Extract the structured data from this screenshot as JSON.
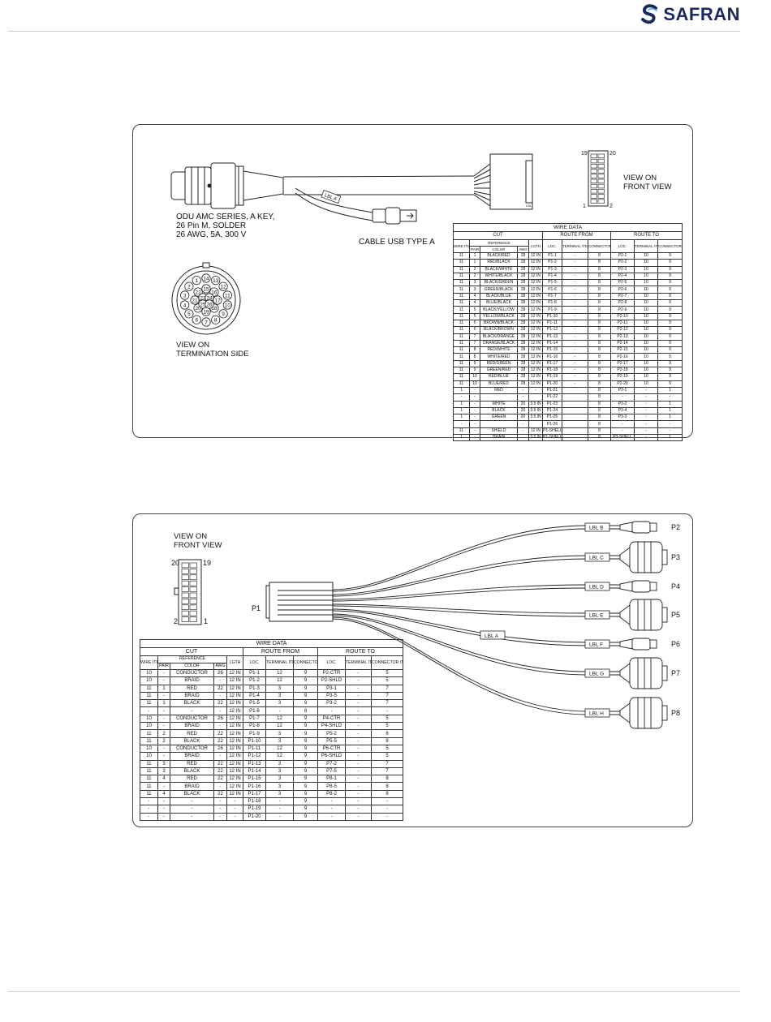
{
  "header": {
    "brand": "SAFRAN",
    "brand_color": "#1b2a5e",
    "logo_icon": "safran-s-logo-icon"
  },
  "panel1": {
    "connector_title": "ODU AMC SERIES, A KEY,",
    "connector_line2": "26 Pin M, SOLDER",
    "connector_line3": "26 AWG, 5A, 300 V",
    "cable_label": "CABLE USB TYPE A",
    "cable_tag": "LBL A",
    "term_view_1": "VIEW ON",
    "term_view_2": "TERMINATION SIDE",
    "front_view_1": "VIEW ON",
    "front_view_2": "FRONT VIEW",
    "pin_19": "19",
    "pin_20": "20",
    "pin_1": "1",
    "pin_2": "2",
    "pins": [
      "1",
      "2",
      "3",
      "4",
      "5",
      "6",
      "7",
      "8",
      "9",
      "10",
      "11",
      "12",
      "13",
      "14",
      "15",
      "16",
      "17",
      "18",
      "19",
      "20",
      "21",
      "22",
      "23",
      "24",
      "25",
      "26"
    ],
    "table": {
      "title": "WIRE DATA",
      "group_cut": "CUT",
      "group_from": "ROUTE FROM",
      "group_to": "ROUTE TO",
      "reference": "REFERENCE",
      "col_wire": "WIRE ITEM No.",
      "col_pair": "PAIR",
      "col_color": "COLOR",
      "col_awg": "AWG",
      "col_lgth": "LGTH",
      "col_loc_from": "LOC.",
      "col_term_from": "TERMINAL ITEM No.",
      "col_conn_from": "CONNECTOR ITEM No.",
      "col_loc_to": "LOC.",
      "col_term_to": "TERMINAL ITEM No.",
      "col_conn_to": "CONNECTOR ITEM No.",
      "rows": [
        [
          "11",
          "1",
          "BLACK/RED",
          "28",
          "12 IN",
          "P1-1",
          "-",
          "8",
          "P2-1",
          "10",
          "9"
        ],
        [
          "11",
          "1",
          "RED/BLACK",
          "28",
          "12 IN",
          "P1-2",
          "-",
          "8",
          "P2-2",
          "10",
          "9"
        ],
        [
          "11",
          "2",
          "BLACK/WHITE",
          "28",
          "12 IN",
          "P1-3",
          "-",
          "8",
          "P2-3",
          "10",
          "9"
        ],
        [
          "11",
          "2",
          "WHITE/BLACK",
          "28",
          "12 IN",
          "P1-4",
          "-",
          "8",
          "P2-4",
          "10",
          "9"
        ],
        [
          "11",
          "3",
          "BLACK/GREEN",
          "28",
          "12 IN",
          "P1-5",
          "-",
          "8",
          "P2-5",
          "10",
          "9"
        ],
        [
          "11",
          "3",
          "GREEN/BLACK",
          "28",
          "12 IN",
          "P1-6",
          "-",
          "8",
          "P2-6",
          "10",
          "9"
        ],
        [
          "11",
          "4",
          "BLACK/BLUE",
          "28",
          "12 IN",
          "P1-7",
          "-",
          "8",
          "P2-7",
          "10",
          "9"
        ],
        [
          "11",
          "4",
          "BLUE/BLACK",
          "28",
          "12 IN",
          "P1-8",
          "-",
          "8",
          "P2-8",
          "10",
          "9"
        ],
        [
          "11",
          "5",
          "BLACK/YELLOW",
          "28",
          "12 IN",
          "P1-9",
          "-",
          "8",
          "P2-9",
          "10",
          "9"
        ],
        [
          "11",
          "5",
          "YELLOW/BLACK",
          "28",
          "12 IN",
          "P1-10",
          "-",
          "8",
          "P2-10",
          "10",
          "9"
        ],
        [
          "11",
          "6",
          "BROWN/BLACK",
          "28",
          "12 IN",
          "P1-11",
          "-",
          "8",
          "P2-11",
          "10",
          "9"
        ],
        [
          "11",
          "6",
          "BLACK/BROWN",
          "28",
          "12 IN",
          "P1-12",
          "-",
          "8",
          "P2-12",
          "10",
          "9"
        ],
        [
          "11",
          "7",
          "BLACK/ORANGE",
          "28",
          "12 IN",
          "P1-13",
          "-",
          "8",
          "P2-13",
          "10",
          "9"
        ],
        [
          "11",
          "7",
          "ORANGE/BLACK",
          "28",
          "12 IN",
          "P1-14",
          "-",
          "8",
          "P2-14",
          "10",
          "9"
        ],
        [
          "11",
          "8",
          "RED/WHITE",
          "28",
          "12 IN",
          "P1-15",
          "-",
          "8",
          "P2-15",
          "10",
          "9"
        ],
        [
          "11",
          "8",
          "WHITE/RED",
          "28",
          "12 IN",
          "P1-16",
          "-",
          "8",
          "P2-16",
          "10",
          "9"
        ],
        [
          "11",
          "9",
          "RED/GREEN",
          "28",
          "12 IN",
          "P1-17",
          "-",
          "8",
          "P2-17",
          "10",
          "9"
        ],
        [
          "11",
          "9",
          "GREEN/RED",
          "28",
          "12 IN",
          "P1-18",
          "-",
          "8",
          "P2-18",
          "10",
          "9"
        ],
        [
          "11",
          "10",
          "RED/BLUE",
          "28",
          "12 IN",
          "P1-19",
          "-",
          "8",
          "P2-19",
          "10",
          "9"
        ],
        [
          "11",
          "10",
          "BLUE/RED",
          "28",
          "12 IN",
          "P1-20",
          "-",
          "8",
          "P2-20",
          "10",
          "9"
        ],
        [
          "1",
          "-",
          "RED",
          "-",
          "-",
          "P1-21",
          "",
          "8",
          "P3-1",
          "-",
          "1"
        ],
        [
          "-",
          "-",
          "",
          "-",
          "",
          "P1-22",
          "",
          "8",
          "-",
          "-",
          "-"
        ],
        [
          "1",
          "-",
          "WHITE",
          "20",
          "3.5 IN",
          "P1-23",
          "",
          "8",
          "P3-2",
          "-",
          "1"
        ],
        [
          "1",
          "-",
          "BLACK",
          "20",
          "3.5 IN",
          "P1-24",
          "",
          "8",
          "P3-4",
          "-",
          "1"
        ],
        [
          "1",
          "-",
          "GREEN",
          "20",
          "3.5 IN",
          "P1-25",
          "",
          "8",
          "P3-3",
          "-",
          "1"
        ],
        [
          "-",
          "-",
          "",
          "-",
          "",
          "P1-26",
          "",
          "8",
          "-",
          "-",
          "-"
        ],
        [
          "11",
          "-",
          "SHIELD",
          "-",
          "12 IN",
          "P1-SHELL",
          "",
          "8",
          "-",
          "-",
          "-"
        ],
        [
          "1",
          "-",
          "DRAIN",
          "",
          "3.5 IN",
          "P1-SHELL",
          "",
          "8",
          "P3-SHELL",
          "-",
          "1"
        ]
      ]
    }
  },
  "panel2": {
    "front_view_1": "VIEW ON",
    "front_view_2": "FRONT VIEW",
    "pin_20": "20",
    "pin_19": "19",
    "pin_2": "2",
    "pin_1": "1",
    "p1_label": "P1",
    "branches": [
      {
        "tag": "LBL B",
        "plug": "P2"
      },
      {
        "tag": "LBL C",
        "plug": "P3"
      },
      {
        "tag": "LBL D",
        "plug": "P4"
      },
      {
        "tag": "LBL E",
        "plug": "P5"
      },
      {
        "tag": "LBL F",
        "plug": "P6"
      },
      {
        "tag": "LBL G",
        "plug": "P7"
      },
      {
        "tag": "LBL H",
        "plug": "P8"
      }
    ],
    "mid_tag": "LBL A",
    "table": {
      "title": "WIRE DATA",
      "group_cut": "CUT",
      "group_from": "ROUTE FROM",
      "group_to": "ROUTE TO",
      "reference": "REFERENCE",
      "col_wire": "WIRE ITEM No.",
      "col_pair": "PAIR",
      "col_color": "COLOR",
      "col_awg": "AWG",
      "col_lgth": "LGTH",
      "col_loc_from": "LOC.",
      "col_term_from": "TERMINAL ITEM No.",
      "col_conn_from": "CONNECTOR ITEM No.",
      "col_loc_to": "LOC.",
      "col_term_to": "TERMINAL ITEM No.",
      "col_conn_to": "CONNECTOR ITEM No.",
      "rows": [
        [
          "10",
          "-",
          "CONDUCTOR",
          "26",
          "12 IN",
          "P1-1",
          "12",
          "9",
          "P2-CTR",
          "-",
          "5"
        ],
        [
          "10",
          "-",
          "BRAID",
          "-",
          "12 IN",
          "P1-2",
          "12",
          "9",
          "P2-SHLD",
          "-",
          "5"
        ],
        [
          "11",
          "1",
          "RED",
          "22",
          "12 IN",
          "P1-3",
          "3",
          "9",
          "P3-1",
          "-",
          "7"
        ],
        [
          "11",
          "-",
          "BRAID",
          "-",
          "12 IN",
          "P1-4",
          "3",
          "9",
          "P3-5",
          "-",
          "7"
        ],
        [
          "11",
          "1",
          "BLACK",
          "22",
          "12 IN",
          "P1-5",
          "3",
          "9",
          "P3-2",
          "-",
          "7"
        ],
        [
          "-",
          "-",
          "-",
          "-",
          "12 IN",
          "P1-6",
          "-",
          "8",
          "-",
          "-",
          "-"
        ],
        [
          "10",
          "-",
          "CONDUCTOR",
          "26",
          "12 IN",
          "P1-7",
          "12",
          "9",
          "P4-CTR",
          "-",
          "5"
        ],
        [
          "10",
          "-",
          "BRAID",
          "-",
          "12 IN",
          "P1-8",
          "12",
          "9",
          "P4-SHLD",
          "-",
          "5"
        ],
        [
          "11",
          "2",
          "RED",
          "22",
          "12 IN",
          "P1-9",
          "3",
          "9",
          "P5-2",
          "-",
          "8"
        ],
        [
          "11",
          "2",
          "BLACK",
          "22",
          "12 IN",
          "P1-10",
          "3",
          "9",
          "P5-5",
          "-",
          "8"
        ],
        [
          "10",
          "-",
          "CONDUCTOR",
          "26",
          "12 IN",
          "P1-11",
          "12",
          "9",
          "P6-CTR",
          "-",
          "5"
        ],
        [
          "10",
          "-",
          "BRAID",
          "-",
          "12 IN",
          "P1-12",
          "12",
          "9",
          "P6-SHLD",
          "-",
          "5"
        ],
        [
          "11",
          "3",
          "RED",
          "22",
          "12 IN",
          "P1-13",
          "3",
          "9",
          "P7-2",
          "-",
          "7"
        ],
        [
          "11",
          "3",
          "BLACK",
          "22",
          "12 IN",
          "P1-14",
          "3",
          "9",
          "P7-5",
          "-",
          "7"
        ],
        [
          "11",
          "4",
          "RED",
          "22",
          "12 IN",
          "P1-15",
          "3",
          "9",
          "P8-1",
          "-",
          "8"
        ],
        [
          "11",
          "-",
          "BRAID",
          "-",
          "12 IN",
          "P1-16",
          "3",
          "9",
          "P8-5",
          "-",
          "8"
        ],
        [
          "11",
          "4",
          "BLACK",
          "22",
          "12 IN",
          "P1-17",
          "3",
          "9",
          "P8-2",
          "-",
          "8"
        ],
        [
          "-",
          "-",
          "-",
          "-",
          "-",
          "P1-18",
          "-",
          "9",
          "-",
          "-",
          "-"
        ],
        [
          "-",
          "-",
          "-",
          "-",
          "-",
          "P1-19",
          "-",
          "9",
          "-",
          "-",
          "-"
        ],
        [
          "-",
          "-",
          "-",
          "-",
          "-",
          "P1-20",
          "-",
          "9",
          "-",
          "-",
          "-"
        ]
      ]
    }
  }
}
